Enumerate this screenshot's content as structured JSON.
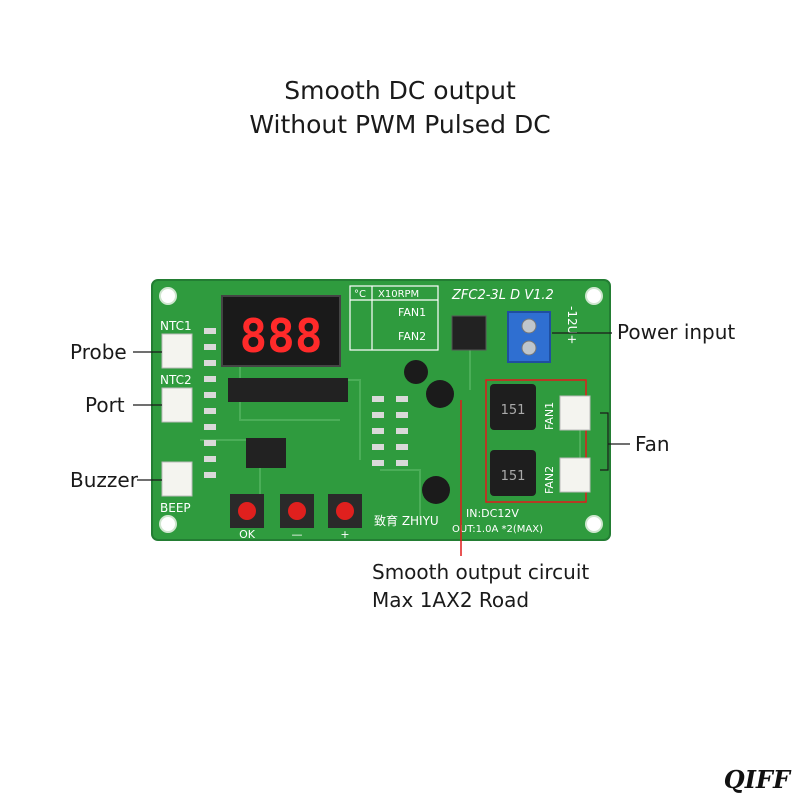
{
  "headline": {
    "line1": "Smooth DC output",
    "line2": "Without PWM Pulsed DC"
  },
  "callouts": {
    "probe": "Probe",
    "port": "Port",
    "buzzer": "Buzzer",
    "power_input": "Power input",
    "fan": "Fan",
    "smooth_line1": "Smooth output circuit",
    "smooth_line2": "Max 1AX2 Road"
  },
  "board": {
    "display_digits": "888",
    "model": "ZFC2-3L D V1.2",
    "unit_c": "°C",
    "unit_rpm": "X10RPM",
    "fan1": "FAN1",
    "fan2": "FAN2",
    "ntc1": "NTC1",
    "ntc2": "NTC2",
    "beep": "BEEP",
    "btn_ok": "OK",
    "btn_minus": "—",
    "btn_plus": "+",
    "brand": "致育 ZHIYU",
    "power_label": "-12U+",
    "input_spec": "IN:DC12V",
    "output_spec": "OUT:1.0A  *2(MAX)",
    "inductor_code": "151"
  },
  "watermark": "QIFF",
  "colors": {
    "pcb_green": "#2f9b3e",
    "pcb_dark": "#1f7a30",
    "terminal_blue": "#2f6fd1",
    "button_red": "#e0201e",
    "callout_line": "#1a1a1a",
    "marker_red": "#e21b1b"
  }
}
